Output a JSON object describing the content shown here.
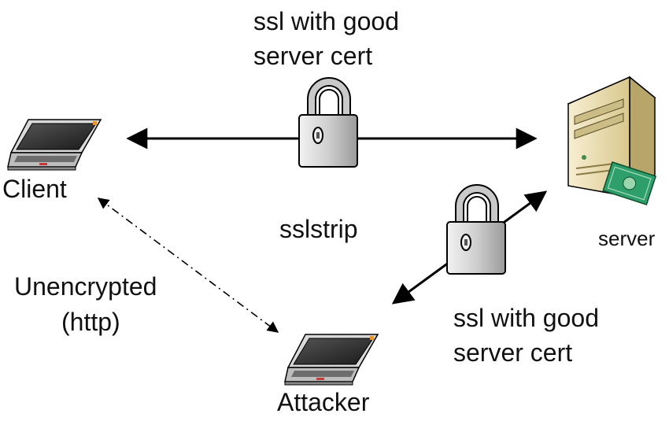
{
  "labels": {
    "top_edge_line1": "ssl with good",
    "top_edge_line2": "server cert",
    "client": "Client",
    "server": "server",
    "attacker": "Attacker",
    "center": "sslstrip",
    "left_edge_line1": "Unencrypted",
    "left_edge_line2": "(http)",
    "right_edge_line1": "ssl with good",
    "right_edge_line2": "server cert"
  },
  "nodes": [
    {
      "id": "client",
      "icon": "laptop-icon"
    },
    {
      "id": "server",
      "icon": "server-icon"
    },
    {
      "id": "attacker",
      "icon": "laptop-icon"
    }
  ],
  "edges": [
    {
      "from": "client",
      "to": "server",
      "style": "solid",
      "arrows": "both",
      "icon": "padlock-icon"
    },
    {
      "from": "attacker",
      "to": "server",
      "style": "solid",
      "arrows": "both",
      "icon": "padlock-icon"
    },
    {
      "from": "client",
      "to": "attacker",
      "style": "dash-dot",
      "arrows": "both"
    }
  ],
  "colors": {
    "line": "#000000",
    "lock_body": "#d6d6d6",
    "server_body": "#e8dcb0",
    "card": "#2e9e6a",
    "laptop_screen": "#2b2b2b"
  }
}
